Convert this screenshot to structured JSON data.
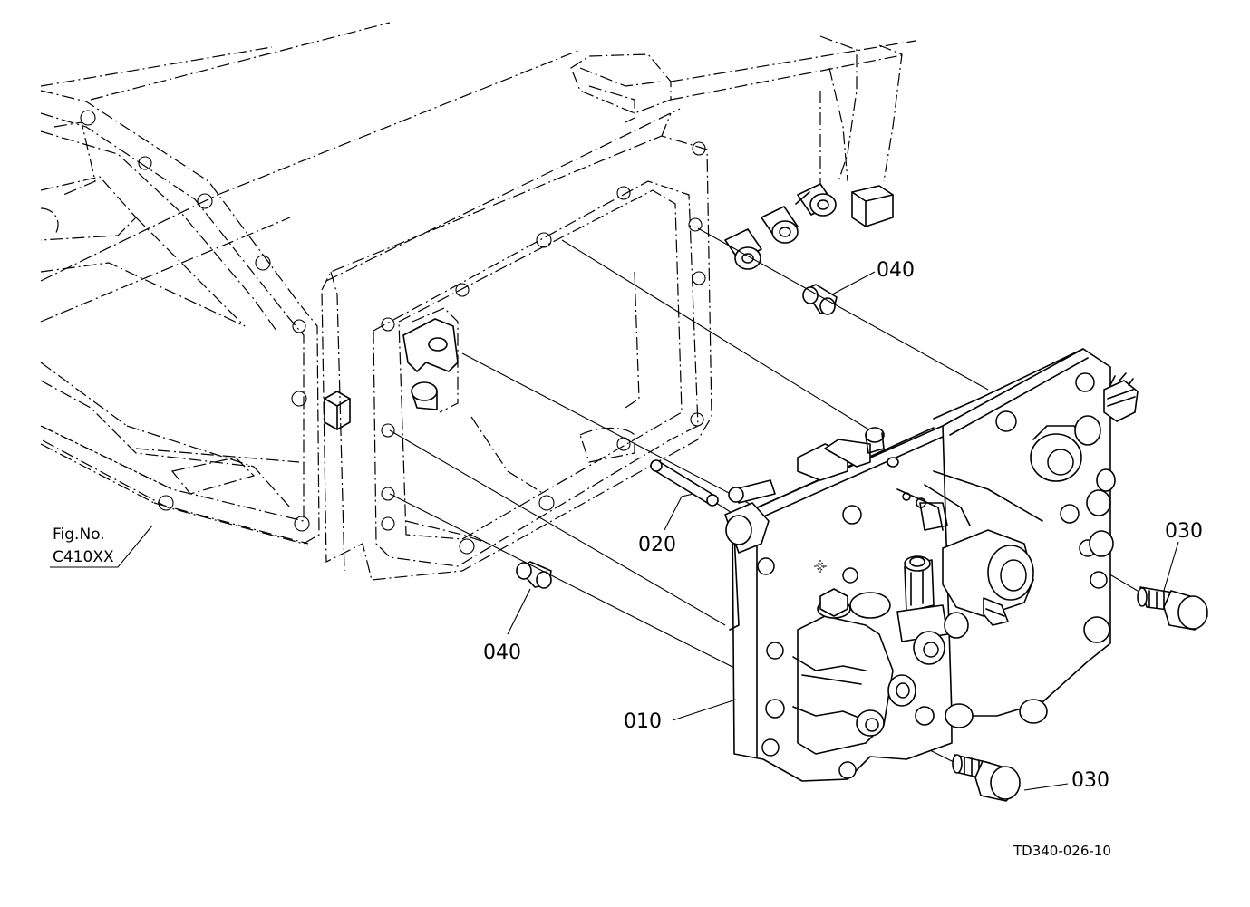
{
  "callouts": {
    "c040_top": "040",
    "c020": "020",
    "c040_bottom": "040",
    "c010": "010",
    "c030_right": "030",
    "c030_bottom": "030"
  },
  "figure_ref": {
    "line1": "Fig.No.",
    "line2": "C410XX"
  },
  "drawing_id": "TD340-026-10"
}
